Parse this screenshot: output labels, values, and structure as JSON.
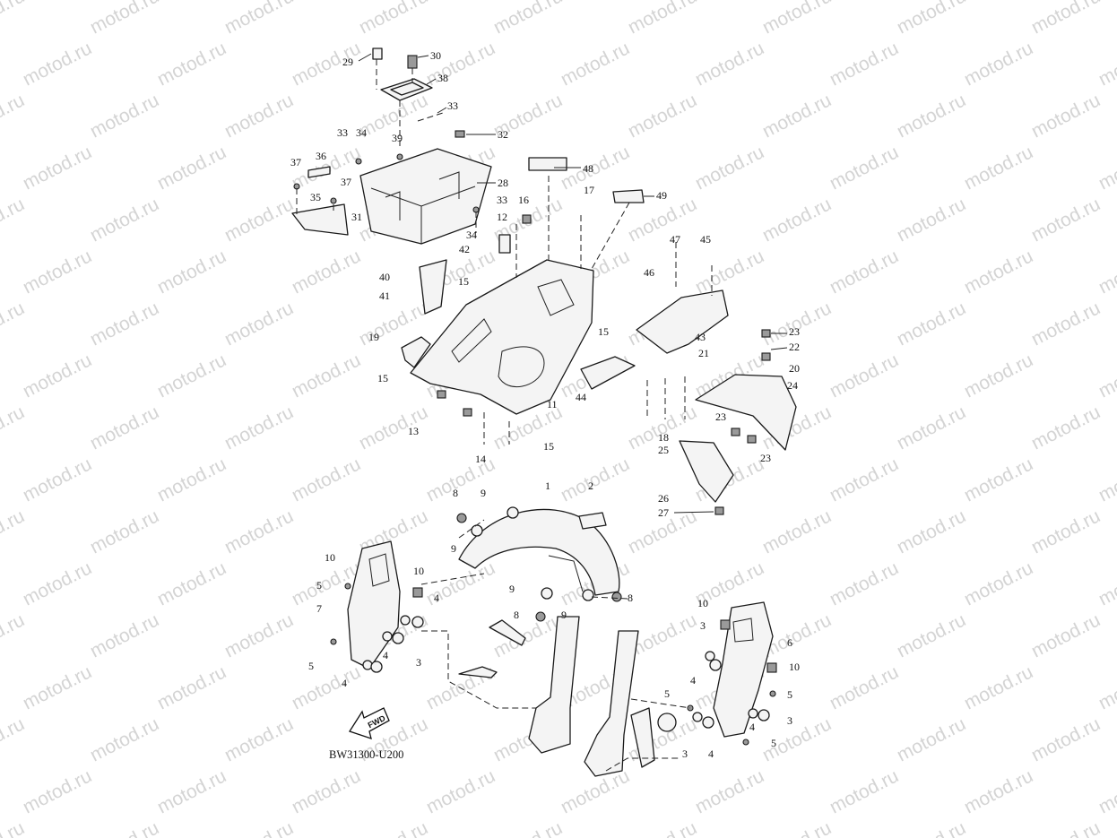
{
  "watermark": "motod.ru",
  "diagram_code": "BW31300-U200",
  "fwd_label": "FWD",
  "callouts": [
    "1",
    "2",
    "3",
    "4",
    "5",
    "6",
    "7",
    "8",
    "9",
    "10",
    "11",
    "12",
    "13",
    "14",
    "15",
    "16",
    "17",
    "18",
    "19",
    "20",
    "21",
    "22",
    "23",
    "24",
    "25",
    "26",
    "27",
    "28",
    "29",
    "30",
    "31",
    "32",
    "33",
    "34",
    "35",
    "36",
    "37",
    "38",
    "39",
    "40",
    "41",
    "42",
    "43",
    "44",
    "45",
    "46",
    "47",
    "48",
    "49"
  ]
}
